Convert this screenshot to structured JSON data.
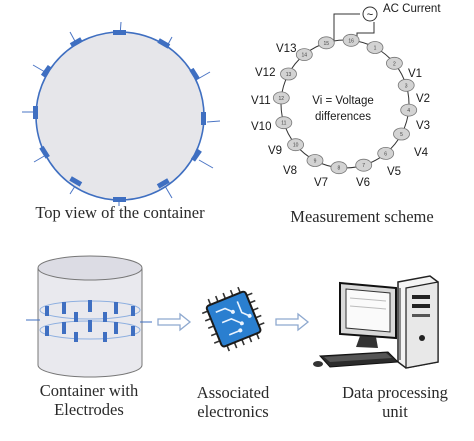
{
  "top_left": {
    "caption": "Top view of the container"
  },
  "top_right": {
    "caption": "Measurement scheme",
    "source_label": "AC Current",
    "center_text_line1": "Vi = Voltage",
    "center_text_line2": "differences",
    "voltage_labels": [
      "V1",
      "V2",
      "V3",
      "V4",
      "V5",
      "V6",
      "V7",
      "V8",
      "V9",
      "V10",
      "V11",
      "V12",
      "V13"
    ],
    "electrode_numbers": [
      "1",
      "2",
      "3",
      "4",
      "5",
      "6",
      "7",
      "8",
      "9",
      "10",
      "11",
      "12",
      "13",
      "14",
      "15",
      "16"
    ],
    "source_symbol": "~"
  },
  "bottom": {
    "container_caption_line1": "Container with",
    "container_caption_line2": "Electrodes",
    "electronics_caption_line1": "Associated",
    "electronics_caption_line2": "electronics",
    "processing_caption_line1": "Data processing",
    "processing_caption_line2": "unit"
  },
  "colors": {
    "electrode_blue": "#3f6fc1",
    "disc_fill": "#e6e6ea",
    "chip_blue": "#2a7fd0",
    "arrow": "#8ea9cf"
  },
  "icons": [
    "ac-source-icon",
    "microchip-icon",
    "desktop-computer-icon",
    "arrow-right-icon"
  ]
}
